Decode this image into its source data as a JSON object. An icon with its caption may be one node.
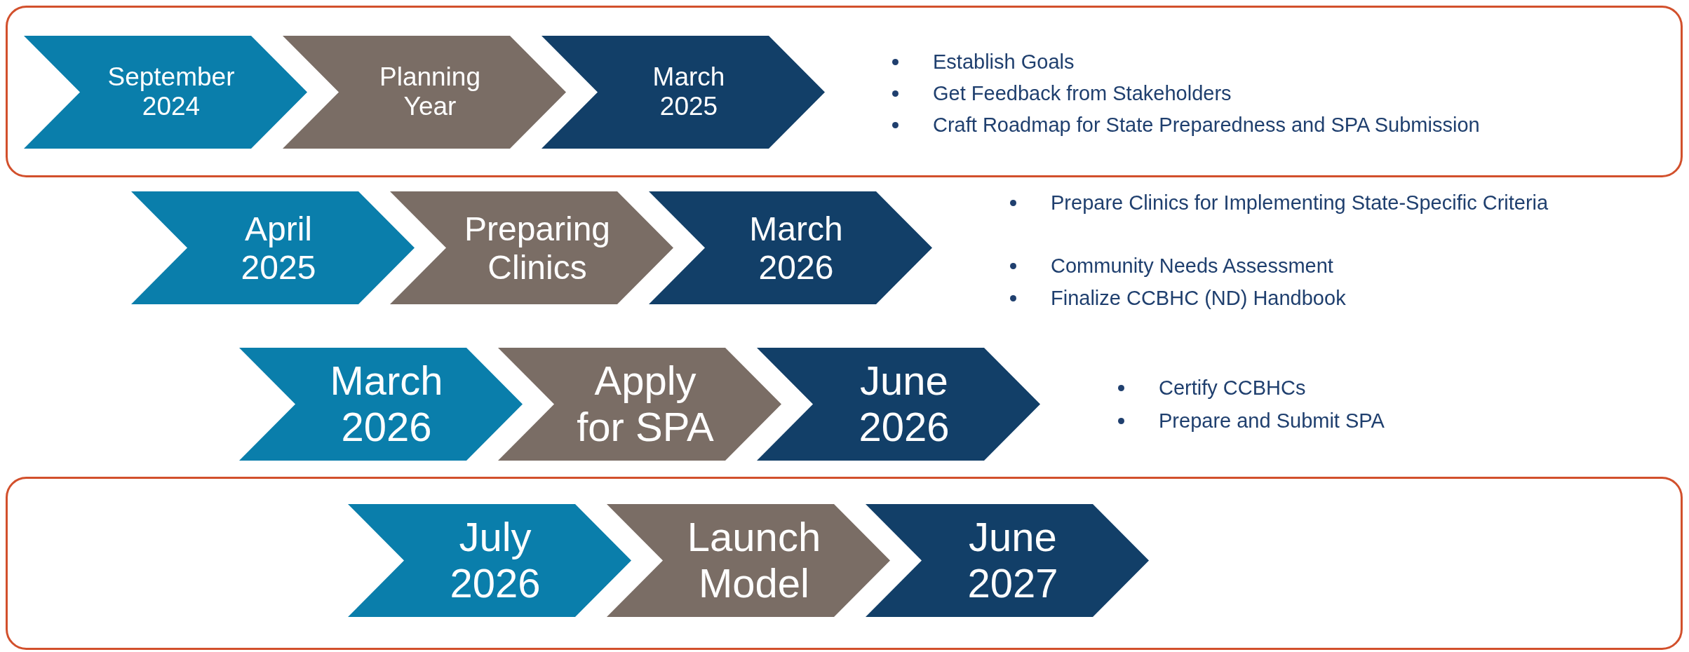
{
  "diagram": {
    "nodes": [
      {
        "text": [
          "September 2024"
        ]
      },
      {
        "text": [
          "Planning Year"
        ]
      },
      {
        "text": [
          "March 2025"
        ]
      },
      {
        "text": [
          "April 2025"
        ]
      },
      {
        "text": [
          "Preparing Clinics"
        ]
      },
      {
        "text": [
          "March 2026"
        ]
      },
      {
        "text": [
          "March 2026"
        ]
      },
      {
        "text": [
          "Apply for SPA"
        ]
      },
      {
        "text": [
          "June 2026"
        ]
      },
      {
        "text": [
          "July 2026"
        ]
      },
      {
        "text": [
          "Launch Model"
        ]
      },
      {
        "text": [
          "June 2027"
        ]
      }
    ],
    "labels": [
      "Establish Goals",
      "Get Feedback from Stakeholders",
      "Craft Roadmap for State Preparedness and SPA Submission",
      "Prepare Clinics for Implementing State-Specific Criteria",
      "Community Needs Assessment",
      "Finalize CCBHC (ND) Handbook",
      "Certify CCBHCs",
      "Prepare and Submit SPA"
    ]
  }
}
